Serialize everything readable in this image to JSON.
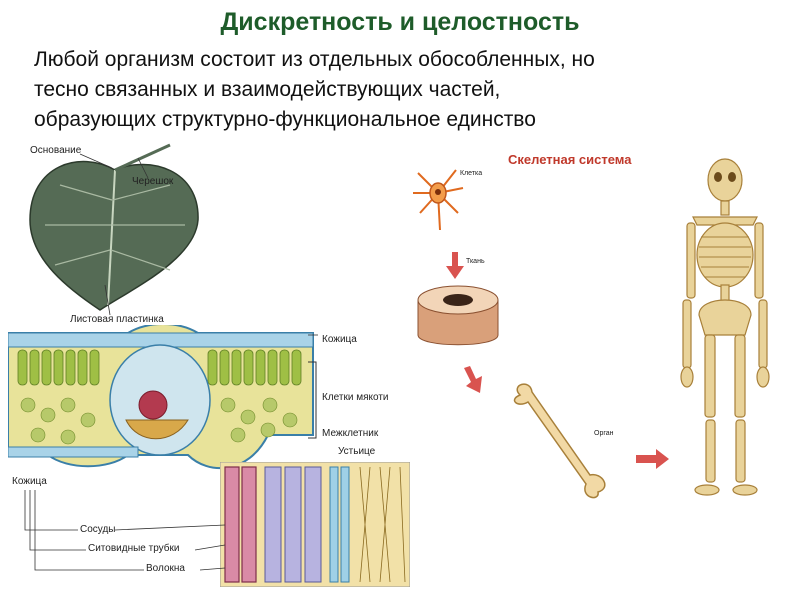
{
  "title": "Дискретность и целостность",
  "text_lines": [
    "Любой  организм состоит из отдельных обособленных, но",
    "тесно связанных и взаимодействующих частей,",
    "образующих структурно-функциональное единство"
  ],
  "leaf": {
    "base": "Основание",
    "petiole": "Черешок",
    "blade": "Листовая пластинка"
  },
  "cross_section": {
    "epidermis_top": "Кожица",
    "mesophyll": "Клетки мякоти",
    "intercellular": "Межклетник",
    "stoma": "Устьице",
    "epidermis_bottom": "Кожица",
    "vessels": "Сосуды",
    "sieve_tubes": "Ситовидные трубки",
    "fibers": "Волокна"
  },
  "skeleton": {
    "heading": "Скелетная система",
    "cell": "Клетка",
    "tissue": "Ткань",
    "organ": "Орган"
  },
  "colors": {
    "title": "#1e5c2a",
    "heading": "#c0392b",
    "arrow": "#d9534f"
  }
}
